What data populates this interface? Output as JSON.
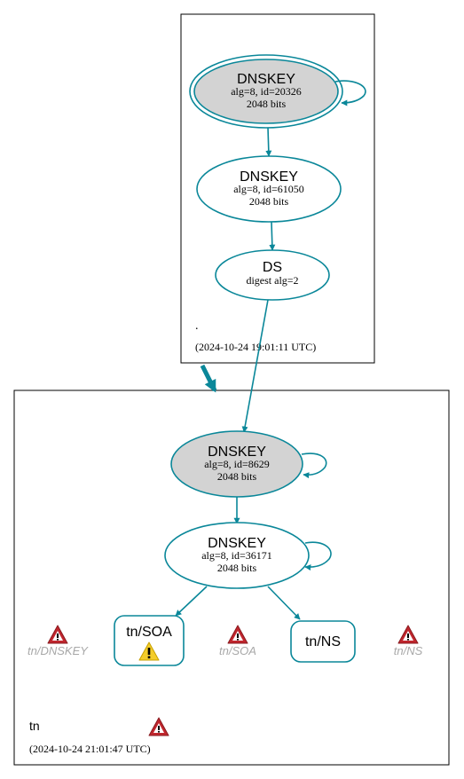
{
  "colors": {
    "edge": "#0a8799",
    "node_fill_ksk": "#d3d3d3",
    "node_fill_plain": "#ffffff",
    "cluster_border": "#000000",
    "error_red": "#c0262d",
    "warning_yellow": "#f4cd2a",
    "ghost_text": "#a8a8a8"
  },
  "icons": {
    "error": "error-triangle-icon",
    "warning": "warning-triangle-icon"
  },
  "zones": {
    "root": {
      "name": ".",
      "timestamp": "(2024-10-24 19:01:11 UTC)",
      "nodes": {
        "ksk": {
          "type": "DNSKEY",
          "detail": "alg=8, id=20326",
          "size": "2048 bits"
        },
        "zsk": {
          "type": "DNSKEY",
          "detail": "alg=8, id=61050",
          "size": "2048 bits"
        },
        "ds": {
          "type": "DS",
          "detail": "digest alg=2"
        }
      }
    },
    "tn": {
      "name": "tn",
      "timestamp": "(2024-10-24 21:01:47 UTC)",
      "nodes": {
        "ksk": {
          "type": "DNSKEY",
          "detail": "alg=8, id=8629",
          "size": "2048 bits"
        },
        "zsk": {
          "type": "DNSKEY",
          "detail": "alg=8, id=36171",
          "size": "2048 bits"
        },
        "soa": {
          "label": "tn/SOA"
        },
        "ns": {
          "label": "tn/NS"
        }
      },
      "ghosts": {
        "dnskey": "tn/DNSKEY",
        "soa": "tn/SOA",
        "ns": "tn/NS"
      }
    }
  }
}
